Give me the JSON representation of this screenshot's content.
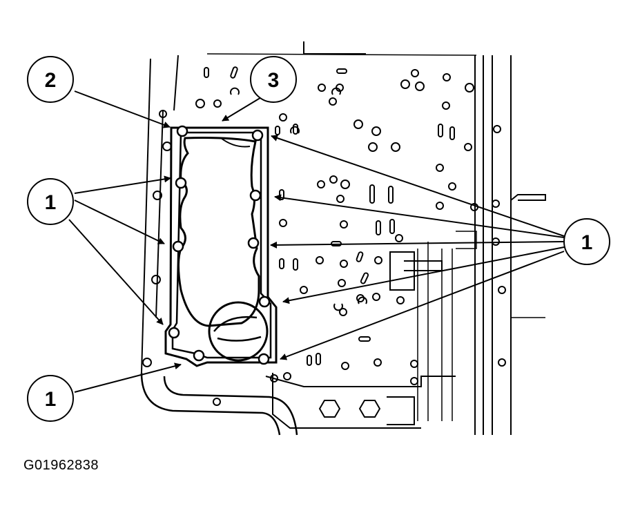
{
  "callouts": {
    "c2": "2",
    "c3": "3",
    "c1_left_top": "1",
    "c1_left_bottom": "1",
    "c1_right": "1"
  },
  "figure_id": "G01962838"
}
